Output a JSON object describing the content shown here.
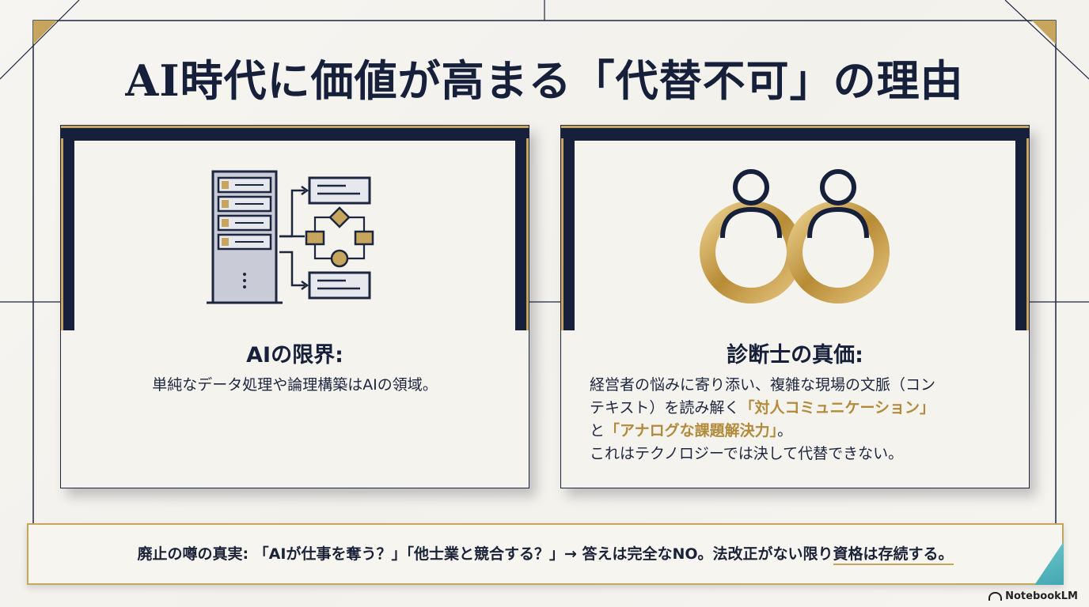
{
  "title": "AI時代に価値が高まる「代替不可」の理由",
  "cards": [
    {
      "heading": "AIの限界:",
      "body": "単純なデータ処理や論理構築はAIの領域。",
      "icon": "server-flowchart-icon"
    },
    {
      "heading": "診断士の真価:",
      "body_line1": "経営者の悩みに寄り添い、複雑な現場の文脈（コン",
      "body_line2_pre": "テキスト）を読み解く",
      "body_line2_highlight": "「対人コミュニケーション」",
      "body_line3_pre": "と",
      "body_line3_highlight": "「アナログな課題解決力」",
      "body_line3_post": "。",
      "body_line4": "これはテクノロジーでは決して代替できない。",
      "icon": "linked-people-rings-icon"
    }
  ],
  "banner": {
    "text_main": "廃止の噂の真実: 「AIが仕事を奪う？」「他士業と競合する？」→ 答えは完全なNO。法改正がない限り",
    "text_underlined": "資格は存続する。"
  },
  "brand": "NotebookLM",
  "colors": {
    "navy": "#16203a",
    "gold": "#c8a55c",
    "background": "#f5f3ee",
    "teal": "#43a7b2"
  }
}
